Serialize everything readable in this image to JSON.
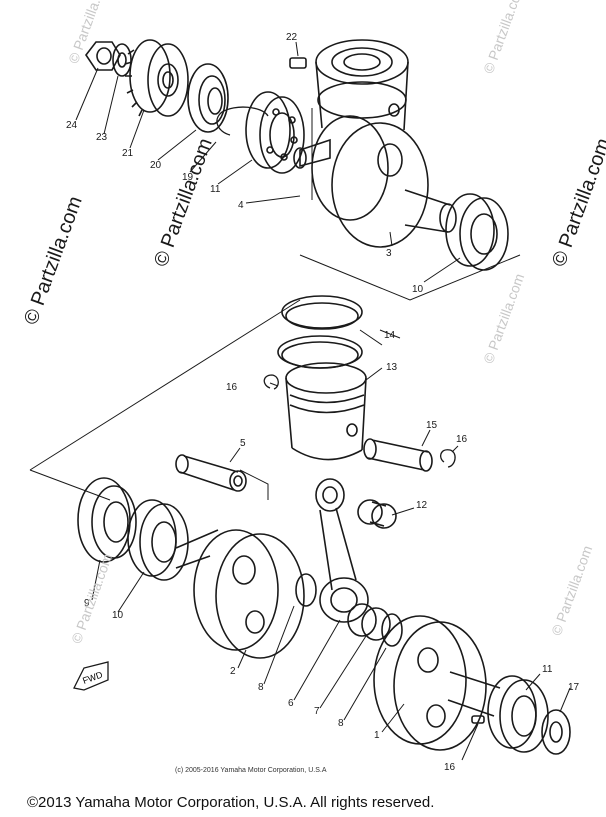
{
  "watermarks": {
    "primary": "© Partzilla.com",
    "faint": "© Partzilla.com"
  },
  "callouts": {
    "n1": "1",
    "n2": "2",
    "n3": "3",
    "n4": "4",
    "n5": "5",
    "n8a": "8",
    "n8b": "8",
    "n9": "9",
    "n10a": "10",
    "n10b": "10",
    "n11a": "11",
    "n11b": "11",
    "n12": "12",
    "n13": "13",
    "n14": "14",
    "n15": "15",
    "n16a": "16",
    "n16b": "16",
    "n16c": "16",
    "n17": "17",
    "n19": "19",
    "n20": "20",
    "n21": "21",
    "n22": "22",
    "n23": "23",
    "n24": "24",
    "n6": "6",
    "n7": "7"
  },
  "fwd_label": "FWD",
  "small_copyright": "(c) 2005-2016 Yamaha Motor Corporation, U.S.A",
  "footer_copyright": "©2013 Yamaha Motor Corporation, U.S.A. All rights reserved."
}
